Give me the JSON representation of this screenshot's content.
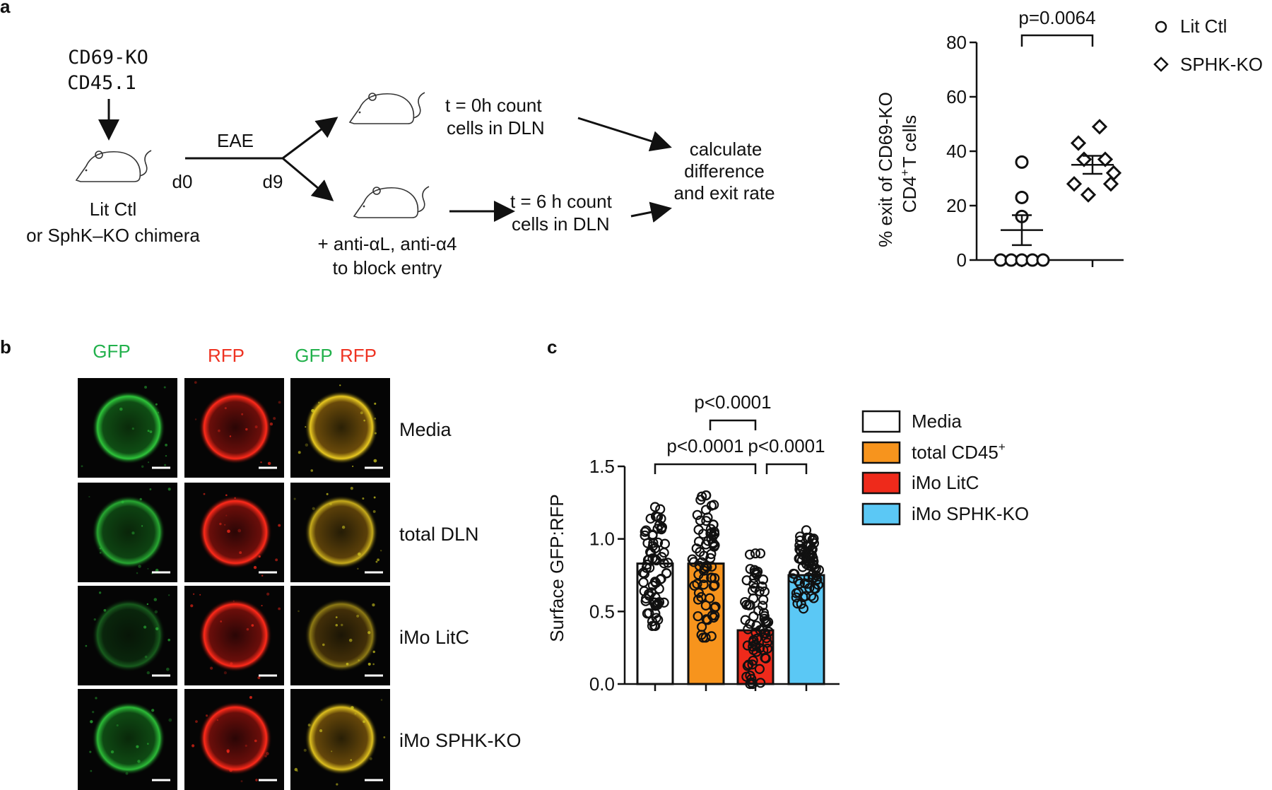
{
  "panel_labels": {
    "a": "a",
    "b": "b",
    "c": "c"
  },
  "schematic": {
    "donor_line1": "CD69-KO",
    "donor_line2": "CD45.1",
    "recipient_line1": "Lit Ctl",
    "recipient_line2": "or SphK–KO chimera",
    "eae": "EAE",
    "d0": "d0",
    "d9": "d9",
    "t0_line1": "t = 0h  count",
    "t0_line2": "cells in DLN",
    "t6_line1": "t = 6 h count",
    "t6_line2": "cells in DLN",
    "block_line1": "+ anti-αL, anti-α4",
    "block_line2": "to block entry",
    "calc_line1": "calculate",
    "calc_line2": "difference",
    "calc_line3": "and exit rate"
  },
  "chart_a": {
    "type": "scatter",
    "ylabel_line1": "% exit of CD69-KO",
    "ylabel_line2_pre": "CD4",
    "ylabel_line2_sup": "+",
    "ylabel_line2_post": "T cells",
    "ylim": [
      0,
      80
    ],
    "yticks": [
      "0",
      "20",
      "40",
      "60",
      "80"
    ],
    "pvalue": "p=0.0064",
    "series": [
      {
        "name": "Lit Ctl",
        "marker": "circle",
        "values": [
          36,
          23,
          16,
          0,
          0,
          0,
          0,
          0
        ],
        "mean": 11,
        "sem": 5.5
      },
      {
        "name": "SPHK-KO",
        "marker": "diamond",
        "values": [
          49,
          43,
          37,
          37,
          32,
          28,
          28,
          24
        ],
        "mean": 35,
        "sem": 3.3
      }
    ]
  },
  "microscopy": {
    "columns": [
      "GFP",
      "RFP"
    ],
    "merge_label_gfp": "GFP",
    "merge_label_rfp": "RFP",
    "rows": [
      "Media",
      "total DLN",
      "iMo LitC",
      "iMo SPHK-KO"
    ],
    "gfp_color": "#22b14c",
    "rfp_color": "#ee3322"
  },
  "chart_c": {
    "type": "bar",
    "ylabel": "Surface GFP:RFP",
    "ylim": [
      0,
      1.5
    ],
    "yticks": [
      "0.0",
      "0.5",
      "1.0",
      "1.5"
    ],
    "categories": [
      "Media",
      "total CD45+",
      "iMo LitC",
      "iMo SPHK-KO"
    ],
    "legend": [
      {
        "label": "Media",
        "sup": "",
        "color": "#ffffff"
      },
      {
        "label": "total CD45",
        "sup": "+",
        "color": "#f7941d"
      },
      {
        "label": "iMo LitC",
        "sup": "",
        "color": "#ee2a1b"
      },
      {
        "label": "iMo SPHK-KO",
        "sup": "",
        "color": "#5bc8f5"
      }
    ],
    "values": [
      0.83,
      0.83,
      0.37,
      0.75
    ],
    "point_ranges": [
      [
        0.4,
        1.22
      ],
      [
        0.32,
        1.3
      ],
      [
        0.0,
        0.9
      ],
      [
        0.52,
        1.06
      ]
    ],
    "comparisons": [
      {
        "label": "p<0.0001",
        "from": 0,
        "to": 2
      },
      {
        "label": "p<0.0001",
        "from": 1,
        "to": 2
      },
      {
        "label": "p<0.0001",
        "from": 2,
        "to": 3
      }
    ]
  }
}
